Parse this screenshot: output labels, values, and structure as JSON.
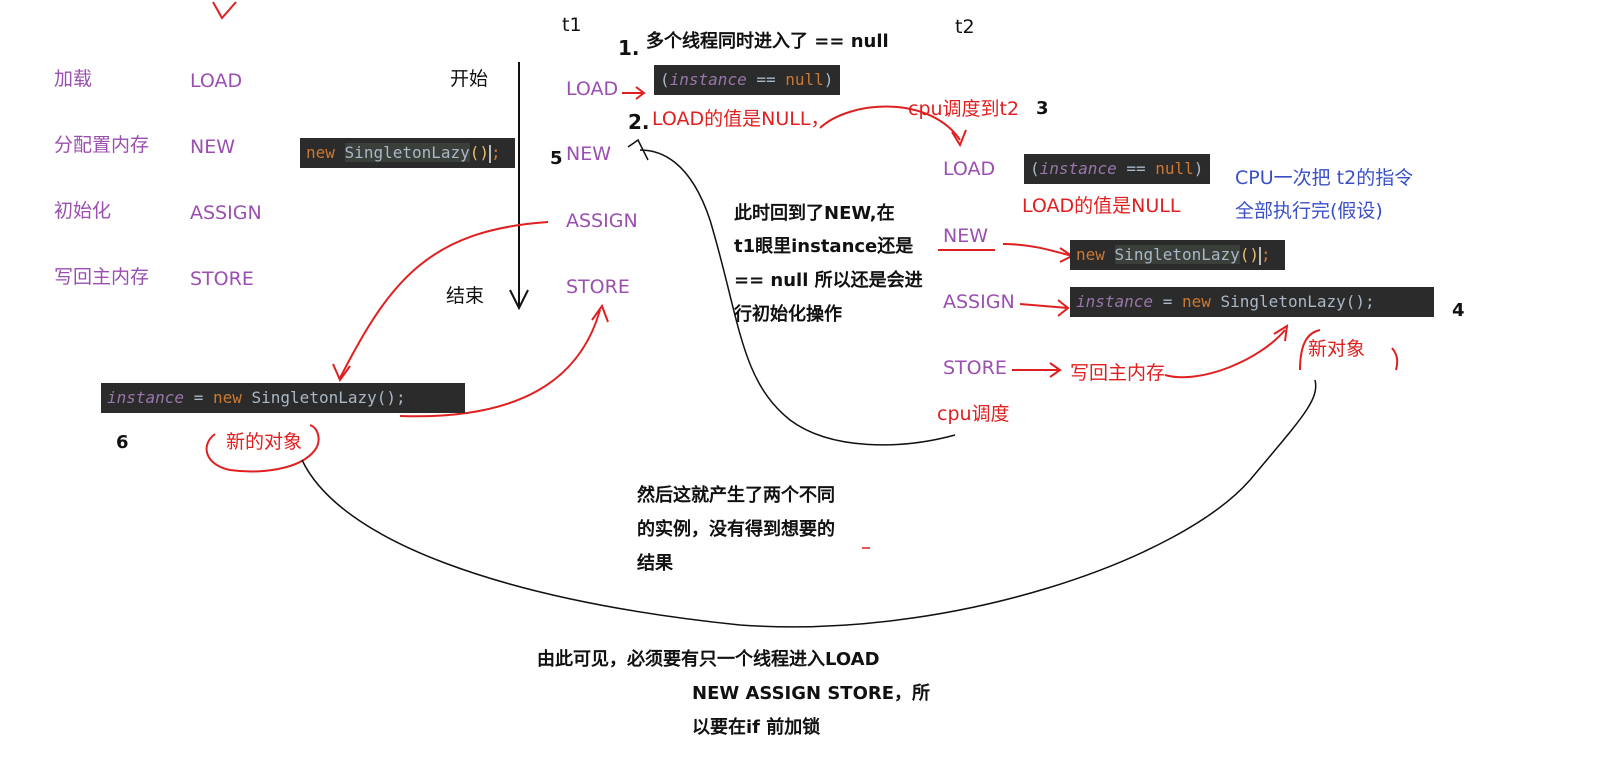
{
  "labels": {
    "t1": "t1",
    "t2": "t2",
    "start": "开始",
    "end": "结束"
  },
  "phases": [
    {
      "cn": "加载",
      "en": "LOAD"
    },
    {
      "cn": "分配置内存",
      "en": "NEW"
    },
    {
      "cn": "初始化",
      "en": "ASSIGN"
    },
    {
      "cn": "写回主内存",
      "en": "STORE"
    }
  ],
  "t1_steps": [
    "LOAD",
    "NEW",
    "ASSIGN",
    "STORE"
  ],
  "t2_steps": [
    "LOAD",
    "NEW",
    "ASSIGN",
    "STORE"
  ],
  "numbers": {
    "n1": "1.",
    "n2": "2.",
    "n3": "3",
    "n4": "4",
    "n5": "5",
    "n6": "6"
  },
  "notes": {
    "step1": "多个线程同时进入了 == null",
    "step2_red": "LOAD的值是NULL，",
    "cpu_switch_t2": "cpu调度到t2",
    "t2_load_null": "LOAD的值是NULL",
    "cpu_once": "CPU一次把 t2的指令",
    "cpu_once2": "全部执行完(假设)",
    "t2_store_note": "写回主内存",
    "new_object_t2": "新对象",
    "cpu_sched": "cpu调度",
    "new_object_t1": "新的对象",
    "back_to_new_1": "此时回到了NEW,在",
    "back_to_new_2": "t1眼里instance还是",
    "back_to_new_3": "== null 所以还是会进",
    "back_to_new_4": "行初始化操作",
    "result_1": "然后这就产生了两个不同",
    "result_2": "的实例，没有得到想要的",
    "result_3": "结果",
    "conclusion_1": "由此可见，必须要有只一个线程进入LOAD",
    "conclusion_2": "NEW ASSIGN STORE，所",
    "conclusion_3": "以要在if 前加锁"
  },
  "code": {
    "null_check_open": "(",
    "null_check_field": "instance",
    "null_check_op": " == ",
    "null_check_null": "null",
    "null_check_close": ")",
    "new_kw": "new",
    "class_call": "SingletonLazy",
    "parens": "()",
    "semicolon": ";",
    "assign_field": "instance",
    "assign_op": " = ",
    "assign_rest": "SingletonLazy();"
  }
}
